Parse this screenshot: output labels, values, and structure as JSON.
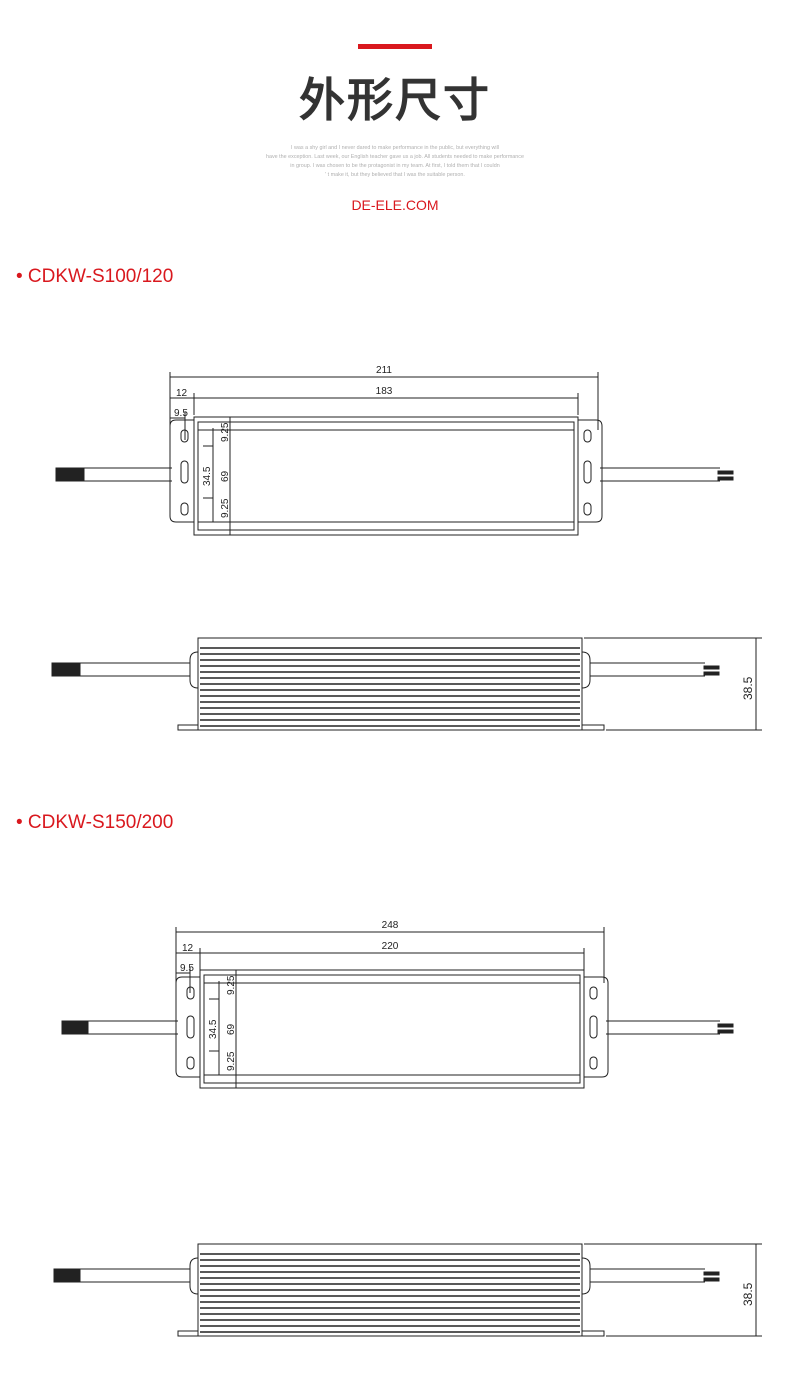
{
  "header": {
    "title": "外形尺寸",
    "slogan_lines": [
      "I was a shy girl and I never dared to make performance in the public, but everything will",
      "have the exception. Last week, our English teacher gave us a job. All students needed to make performance",
      "in group. I was chosen to be the protagonist in my team. At first, I told them that I couldn",
      "' t make it, but they believed that I was the suitable person."
    ],
    "website": "DE-ELE.COM"
  },
  "colors": {
    "accent": "#d9181e",
    "line": "#222222"
  },
  "models": [
    {
      "name": "• CDKW-S100/120",
      "top_view": {
        "overall_length": "211",
        "body_length": "183",
        "offset_12": "12",
        "offset_9_5": "9.5",
        "hole_top": "9.25",
        "hole_mid": "34.5",
        "height_69": "69",
        "hole_bottom": "9.25"
      },
      "side_view": {
        "height": "38.5"
      }
    },
    {
      "name": "• CDKW-S150/200",
      "top_view": {
        "overall_length": "248",
        "body_length": "220",
        "offset_12": "12",
        "offset_9_5": "9.5",
        "hole_top": "9.25",
        "hole_mid": "34.5",
        "height_69": "69",
        "hole_bottom": "9.25"
      },
      "side_view": {
        "height": "38.5"
      }
    }
  ]
}
